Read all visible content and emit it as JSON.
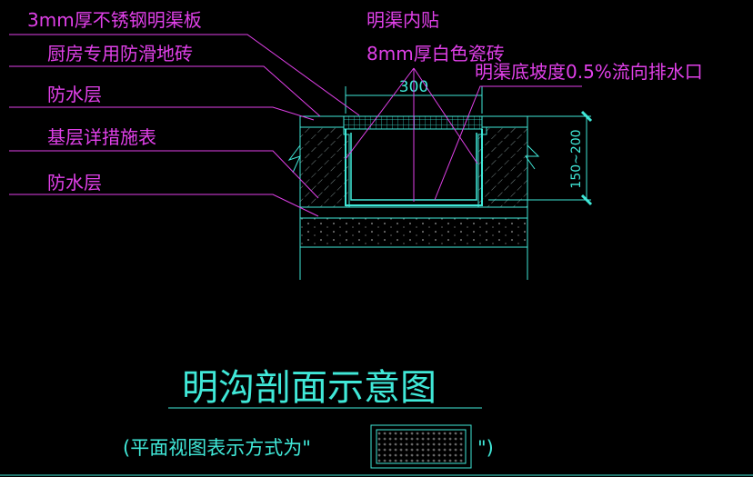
{
  "labels": {
    "grate": "3mm厚不锈钢明渠板",
    "tile": "厨房专用防滑地砖",
    "waterproof_top": "防水层",
    "base": "基层详措施表",
    "waterproof_bottom": "防水层",
    "inner_line1": "明渠内贴",
    "inner_line2": "8mm厚白色瓷砖",
    "slope": "明渠底坡度0.5%流向排水口"
  },
  "dimensions": {
    "width": "300",
    "depth": "150~200"
  },
  "title": "明沟剖面示意图",
  "legend_prefix": "(平面视图表示方式为\"",
  "legend_suffix": "\")",
  "colors": {
    "annotation": "#e040e8",
    "drawing": "#40e8d8",
    "background": "#000000"
  }
}
